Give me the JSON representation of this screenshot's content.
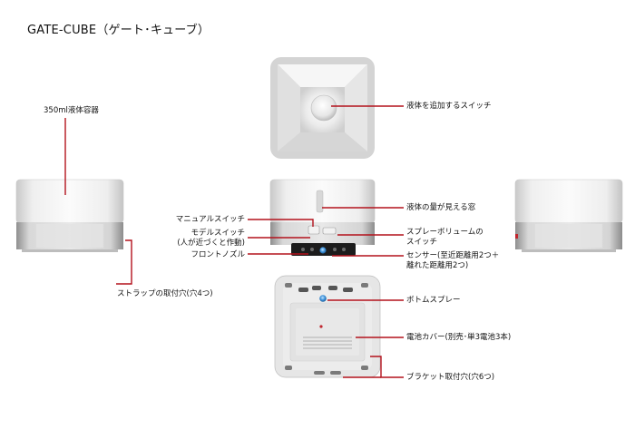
{
  "title": "GATE-CUBE（ゲート･キューブ）",
  "labels": {
    "container": "350ml液体容器",
    "strap_holes": "ストラップの取付穴(穴4つ)",
    "add_liquid_switch": "液体を追加するスイッチ",
    "level_window": "液体の量が見える窓",
    "manual_switch": "マニュアルスイッチ",
    "mode_switch_line1": "モデルスイッチ",
    "mode_switch_line2": "(人が近づくと作動)",
    "front_nozzle": "フロントノズル",
    "spray_volume_line1": "スプレーボリュームの",
    "spray_volume_line2": "スイッチ",
    "sensor_line1": "センサー(至近距離用2つ＋",
    "sensor_line2": "離れた距離用2つ)",
    "bottom_spray": "ボトムスプレー",
    "battery_cover": "電池カバー(別売･単3電池3本)",
    "bracket_holes": "ブラケット取付穴(穴6つ)"
  },
  "colors": {
    "leader": "#b3121c",
    "body_light": "#f4f4f4",
    "body_mid": "#d9d9d9",
    "body_dark": "#9c9c9c",
    "sensor_blue": "#3a8fd8"
  }
}
